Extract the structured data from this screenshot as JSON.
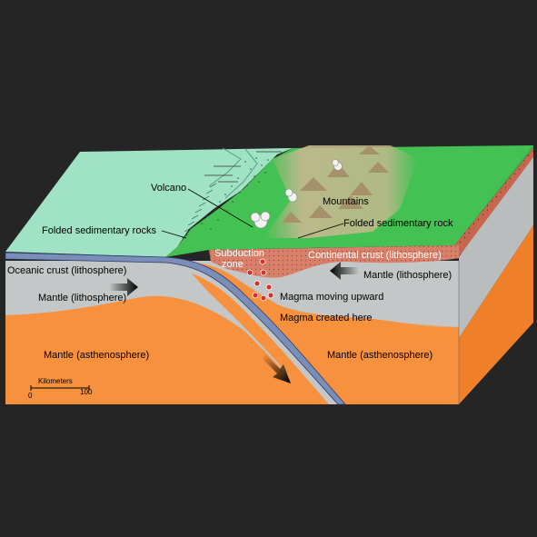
{
  "labels": {
    "volcano": "Volcano",
    "mountains": "Mountains",
    "folded_sedimentary_rocks": "Folded sedimentary rocks",
    "folded_sedimentary_rock": "Folded sedimentary rock",
    "subduction_zone_line1": "Subduction",
    "subduction_zone_line2": "zone",
    "continental_crust": "Continental crust (lithosphere)",
    "oceanic_crust": "Oceanic crust (lithosphere)",
    "mantle_lithosphere_left": "Mantle (lithosphere)",
    "mantle_lithosphere_right": "Mantle (lithosphere)",
    "magma_moving_upward": "Magma moving upward",
    "magma_created_here": "Magma created here",
    "mantle_asthenosphere_left": "Mantle (asthenosphere)",
    "mantle_asthenosphere_right": "Mantle (asthenosphere)"
  },
  "scale_bar": {
    "title": "Kilometers",
    "min": "0",
    "max": "100"
  },
  "colors": {
    "background": "#252525",
    "ocean_surface": "#9fe3c4",
    "land_surface": "#3fc050",
    "lithosphere": "#c3c7c7",
    "asthenosphere": "#f8923e",
    "continental_crust": "#d9806a",
    "oceanic_crust": "#7a8eb8",
    "magma": "#d9302a"
  }
}
